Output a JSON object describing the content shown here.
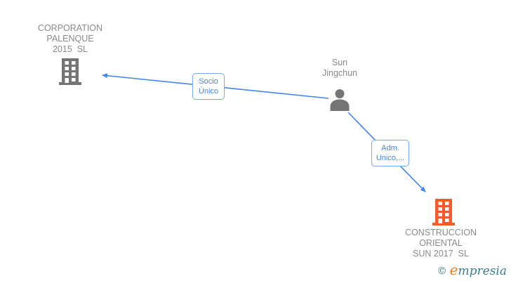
{
  "diagram": {
    "nodes": {
      "company_top_left": {
        "icon": "building-icon",
        "line1": "CORPORATION",
        "line2": "PALENQUE",
        "line3": "2015  SL"
      },
      "person": {
        "icon": "person-icon",
        "line1": "Sun",
        "line2": "Jingchun"
      },
      "company_bottom_right": {
        "icon": "building-icon",
        "line1": "CONSTRUCCION",
        "line2": "ORIENTAL",
        "line3": "SUN 2017  SL"
      }
    },
    "edges": {
      "socio_unico": {
        "from": "person",
        "to": "company_top_left",
        "line1": "Socio",
        "line2": "Único"
      },
      "adm_unico": {
        "from": "person",
        "to": "company_bottom_right",
        "line1": "Adm.",
        "line2": "Unico,..."
      }
    }
  },
  "footer": {
    "copyright_symbol": "©",
    "brand_initial": "e",
    "brand_rest": "mpresia"
  },
  "colors": {
    "edge_blue": "#4285f4",
    "edge_label_border": "#74a7f8",
    "node_text_gray": "#8a8a8a",
    "icon_gray": "#757575",
    "icon_orange": "#f45b29",
    "logo_teal": "#36808f",
    "logo_orange": "#f08019",
    "background": "#ffffff"
  }
}
